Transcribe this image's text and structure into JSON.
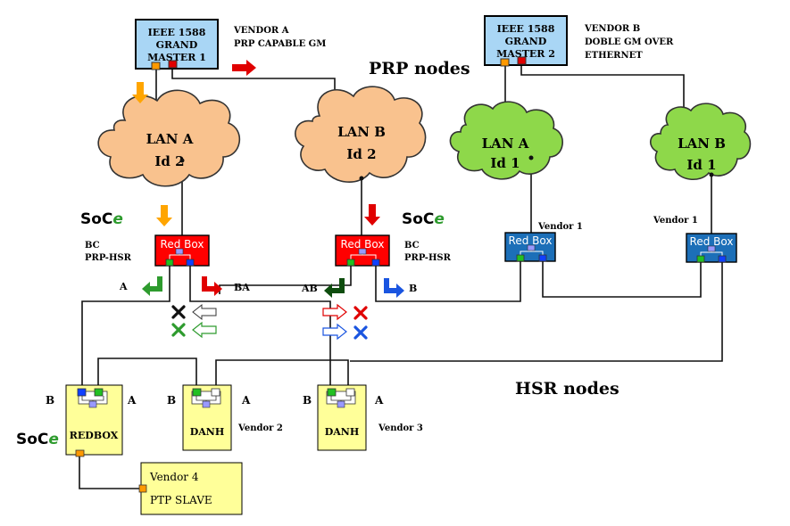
{
  "title_prp": "PRP nodes",
  "title_hsr": "HSR nodes",
  "gm1": {
    "line1": "IEEE 1588",
    "line2": "GRAND",
    "line3": "MASTER 1",
    "vendor": "VENDOR A",
    "desc": "PRP CAPABLE GM"
  },
  "gm2": {
    "line1": "IEEE 1588",
    "line2": "GRAND",
    "line3": "MASTER 2",
    "vendor": "VENDOR B",
    "desc1": "DOBLE GM OVER",
    "desc2": "ETHERNET"
  },
  "lan_a_id2": {
    "line1": "LAN A",
    "line2": "Id 2"
  },
  "lan_b_id2": {
    "line1": "LAN B",
    "line2": "Id 2"
  },
  "lan_a_id1": {
    "line1": "LAN A",
    "line2": "Id 1"
  },
  "lan_b_id1": {
    "line1": "LAN B",
    "line2": "Id 1"
  },
  "redbox_label": "Red Box",
  "soce": {
    "prefix": "SoC",
    "suffix": "e"
  },
  "bc_left": {
    "line1": "BC",
    "line2": "PRP-HSR"
  },
  "bc_right": {
    "line1": "BC",
    "line2": "PRP-HSR"
  },
  "vendor1_left": "Vendor 1",
  "vendor1_right": "Vendor 1",
  "port_labels": {
    "a": "A",
    "ba": "BA",
    "ab": "AB",
    "b": "B"
  },
  "hsr": {
    "redbox": {
      "name": "REDBOX",
      "left": "B",
      "right": "A"
    },
    "danh2": {
      "name": "DANH",
      "left": "B",
      "right": "A",
      "vendor": "Vendor 2"
    },
    "danh3": {
      "name": "DANH",
      "left": "B",
      "right": "A",
      "vendor": "Vendor 3"
    }
  },
  "slave": {
    "line1": "Vendor 4",
    "line2": "PTP SLAVE"
  },
  "colors": {
    "gm_fill": "#a9d6f5",
    "cloud_orange": "#f9c28e",
    "cloud_green": "#8ed84a",
    "redbox_red": "#ff0000",
    "redbox_blue": "#1c6fb8",
    "hsr_fill": "#ffff99",
    "arrow_orange": "#ffa500",
    "arrow_red": "#e00000",
    "arrow_green": "#2e9b2e",
    "arrow_darkgreen": "#0e4d0e",
    "arrow_blue": "#1a55e0",
    "port_green": "#22c022",
    "port_blue": "#1040ff",
    "port_orange": "#ff9900"
  }
}
